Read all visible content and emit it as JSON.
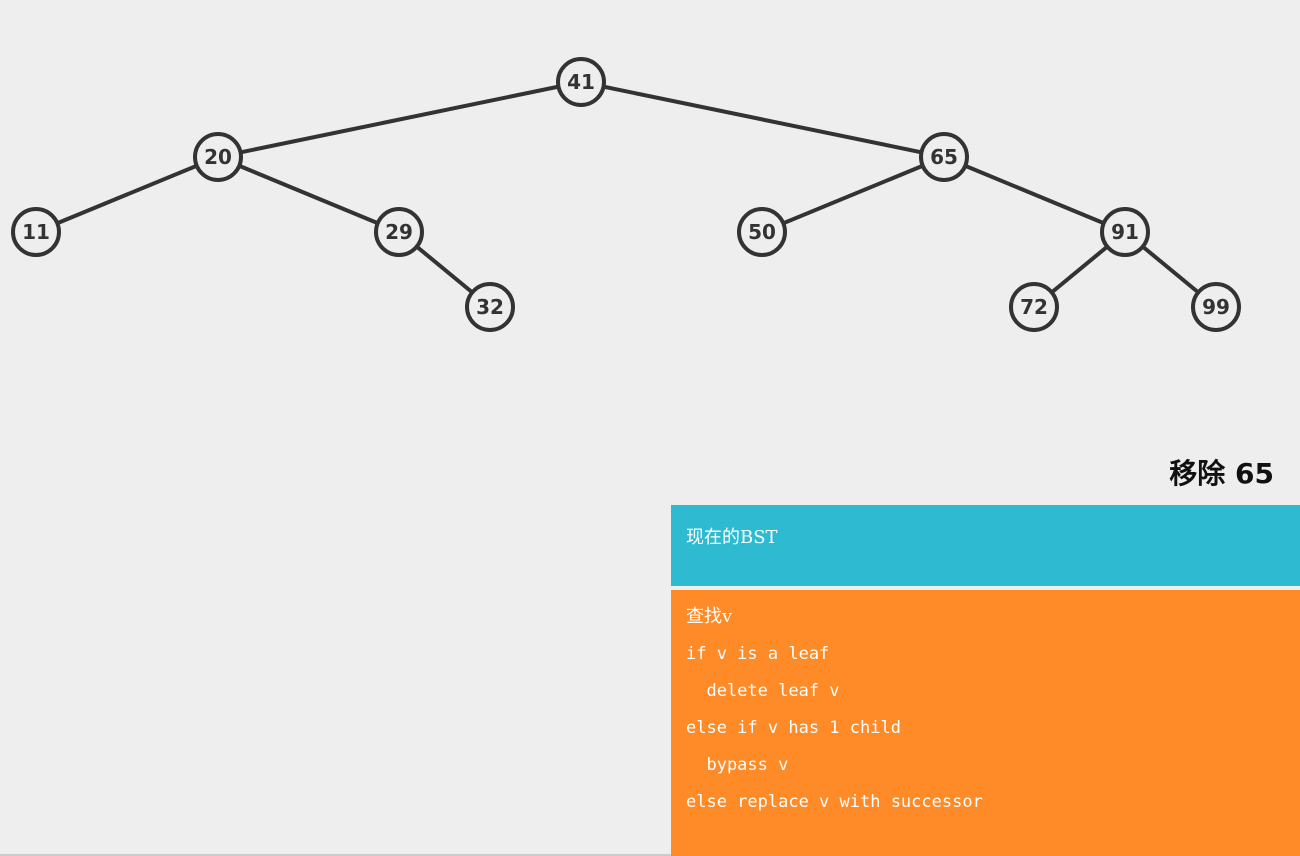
{
  "tree": {
    "nodes": [
      {
        "id": "41",
        "label": "41"
      },
      {
        "id": "20",
        "label": "20"
      },
      {
        "id": "65",
        "label": "65"
      },
      {
        "id": "11",
        "label": "11"
      },
      {
        "id": "29",
        "label": "29"
      },
      {
        "id": "50",
        "label": "50"
      },
      {
        "id": "91",
        "label": "91"
      },
      {
        "id": "32",
        "label": "32"
      },
      {
        "id": "72",
        "label": "72"
      },
      {
        "id": "99",
        "label": "99"
      }
    ],
    "edges": [
      [
        "41",
        "20"
      ],
      [
        "41",
        "65"
      ],
      [
        "20",
        "11"
      ],
      [
        "20",
        "29"
      ],
      [
        "29",
        "32"
      ],
      [
        "65",
        "50"
      ],
      [
        "65",
        "91"
      ],
      [
        "91",
        "72"
      ],
      [
        "91",
        "99"
      ]
    ]
  },
  "status": {
    "title": "移除 65",
    "text": "现在的BST"
  },
  "code": {
    "lines": [
      "查找v",
      "if v is a leaf",
      "  delete leaf v",
      "else if v has 1 child",
      "  bypass v",
      "else replace v with successor"
    ]
  },
  "colors": {
    "status_panel": "#2ebbd2",
    "code_panel": "#fe8a28",
    "background": "#eeeeee",
    "node_stroke": "#333333"
  }
}
